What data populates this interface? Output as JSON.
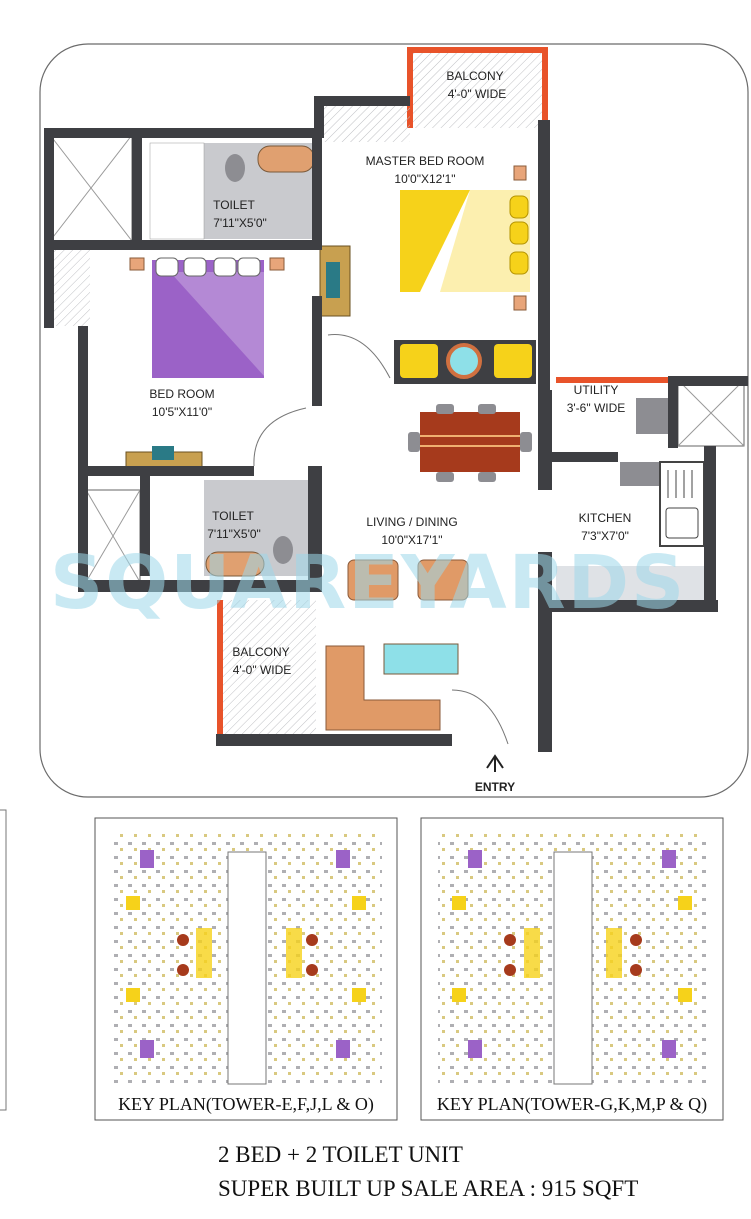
{
  "rooms": {
    "balcony_top": {
      "name": "BALCONY",
      "size": "4'-0\" WIDE"
    },
    "master_bedroom": {
      "name": "MASTER BED ROOM",
      "size": "10'0\"X12'1\""
    },
    "toilet_top": {
      "name": "TOILET",
      "size": "7'11\"X5'0\""
    },
    "bedroom": {
      "name": "BED ROOM",
      "size": "10'5\"X11'0\""
    },
    "utility": {
      "name": "UTILITY",
      "size": "3'-6\" WIDE"
    },
    "toilet_bottom": {
      "name": "TOILET",
      "size": "7'11\"X5'0\""
    },
    "living_dining": {
      "name": "LIVING / DINING",
      "size": "10'0\"X17'1\""
    },
    "kitchen": {
      "name": "KITCHEN",
      "size": "7'3\"X7'0\""
    },
    "balcony_bottom": {
      "name": "BALCONY",
      "size": "4'-0\" WIDE"
    }
  },
  "entry_label": "ENTRY",
  "watermark": "SQUAREYARDS",
  "key_plans": [
    {
      "caption": "KEY PLAN(TOWER-E,F,J,L & O)"
    },
    {
      "caption": "KEY PLAN(TOWER-G,K,M,P & Q)"
    }
  ],
  "footer": {
    "unit_type": "2 BED + 2 TOILET UNIT",
    "sale_area": "SUPER BUILT UP SALE AREA : 915 SQFT"
  },
  "colors": {
    "wall": "#3e3f43",
    "balcony_edge": "#e8532a",
    "master_bed": "#f6d21a",
    "second_bed": "#9b62c7",
    "dining_table": "#a63a1c",
    "sofa": "#e09a67",
    "toilet_floor": "#c9cace",
    "watermark": "#9ed8ea"
  }
}
